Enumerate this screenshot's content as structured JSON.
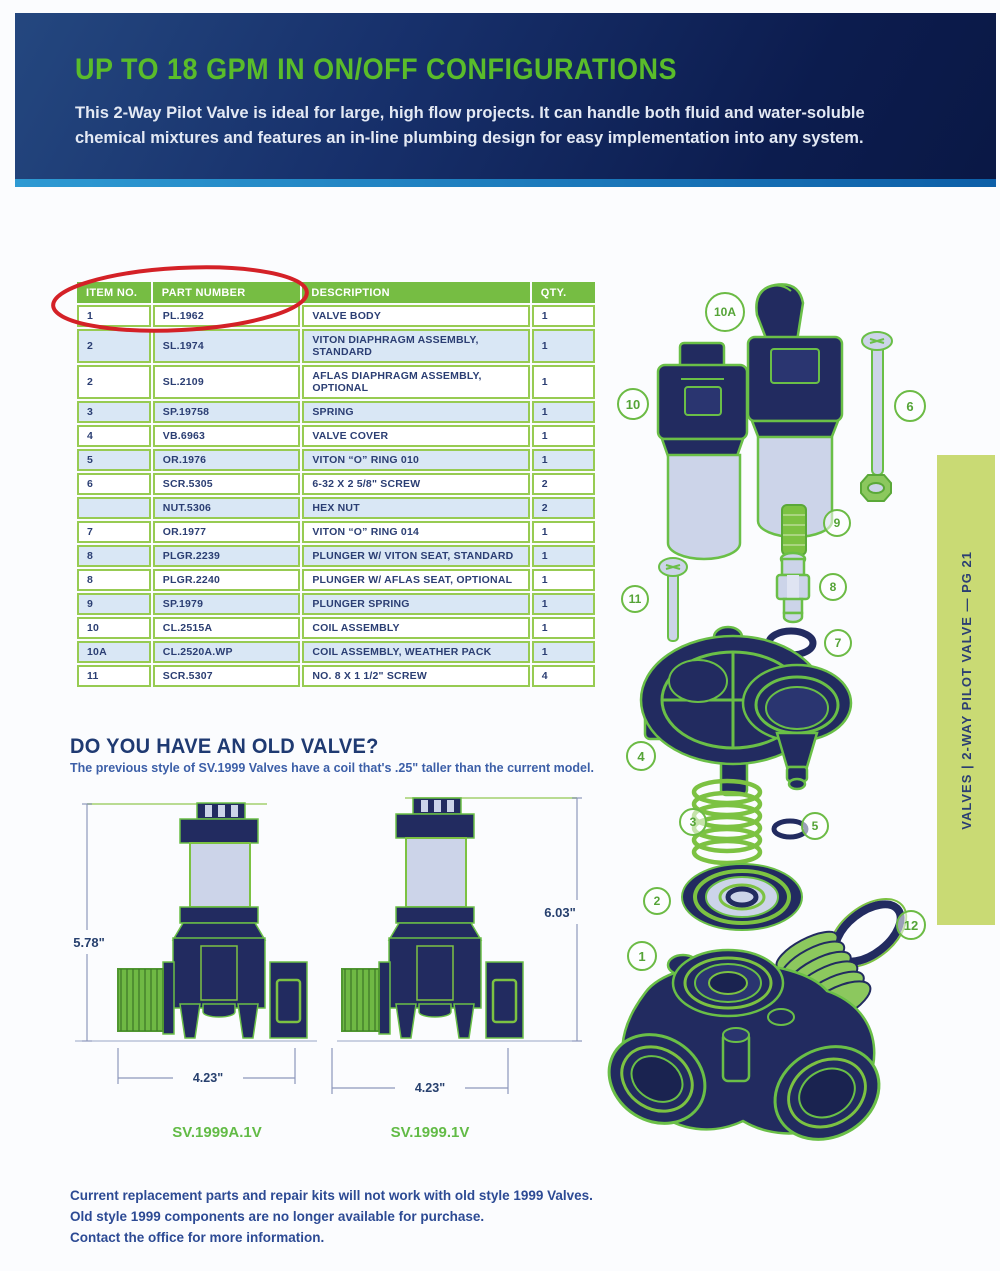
{
  "banner": {
    "title": "UP TO 18 GPM IN ON/OFF CONFIGURATIONS",
    "description": "This 2-Way Pilot Valve is ideal for large, high flow projects. It can handle both fluid and water-soluble chemical mixtures and features an in-line plumbing design for easy implementation into any system."
  },
  "table": {
    "headers": [
      "ITEM NO.",
      "PART NUMBER",
      "DESCRIPTION",
      "QTY."
    ],
    "rows": [
      {
        "item": "1",
        "part": "PL.1962",
        "desc": "VALVE BODY",
        "qty": "1"
      },
      {
        "item": "2",
        "part": "SL.1974",
        "desc": "VITON DIAPHRAGM ASSEMBLY, STANDARD",
        "qty": "1"
      },
      {
        "item": "2",
        "part": "SL.2109",
        "desc": "AFLAS DIAPHRAGM ASSEMBLY, OPTIONAL",
        "qty": "1"
      },
      {
        "item": "3",
        "part": "SP.19758",
        "desc": "SPRING",
        "qty": "1"
      },
      {
        "item": "4",
        "part": "VB.6963",
        "desc": "VALVE COVER",
        "qty": "1"
      },
      {
        "item": "5",
        "part": "OR.1976",
        "desc": "VITON “O” RING 010",
        "qty": "1"
      },
      {
        "item": "6",
        "part": "SCR.5305",
        "desc": "6-32 X 2 5/8\" SCREW",
        "qty": "2"
      },
      {
        "item": "",
        "part": "NUT.5306",
        "desc": "HEX NUT",
        "qty": "2"
      },
      {
        "item": "7",
        "part": "OR.1977",
        "desc": "VITON “O” RING 014",
        "qty": "1"
      },
      {
        "item": "8",
        "part": "PLGR.2239",
        "desc": "PLUNGER W/ VITON SEAT, STANDARD",
        "qty": "1"
      },
      {
        "item": "8",
        "part": "PLGR.2240",
        "desc": "PLUNGER W/ AFLAS SEAT, OPTIONAL",
        "qty": "1"
      },
      {
        "item": "9",
        "part": "SP.1979",
        "desc": "PLUNGER SPRING",
        "qty": "1"
      },
      {
        "item": "10",
        "part": "CL.2515A",
        "desc": "COIL ASSEMBLY",
        "qty": "1"
      },
      {
        "item": "10A",
        "part": "CL.2520A.WP",
        "desc": "COIL ASSEMBLY, WEATHER PACK",
        "qty": "1"
      },
      {
        "item": "11",
        "part": "SCR.5307",
        "desc": "NO. 8 X 1 1/2\" SCREW",
        "qty": "4"
      }
    ]
  },
  "diagram": {
    "callouts": [
      "10A",
      "10",
      "6",
      "9",
      "8",
      "11",
      "7",
      "4",
      "3",
      "5",
      "2",
      "12",
      "1"
    ]
  },
  "side_tab": {
    "label": "VALVES | 2-WAY PILOT VALVE — PG 21"
  },
  "old_valve": {
    "heading": "DO YOU HAVE AN OLD VALVE?",
    "subheading": "The previous style of SV.1999 Valves have a coil that's .25\" taller than the current model.",
    "left": {
      "height": "5.78\"",
      "width": "4.23\"",
      "model": "SV.1999A.1V"
    },
    "right": {
      "height": "6.03\"",
      "width": "4.23\"",
      "model": "SV.1999.1V"
    }
  },
  "footer": {
    "lines": [
      "Current replacement parts and repair kits will not work with old style 1999 Valves.",
      "Old style 1999 components are no longer available for purchase.",
      "Contact the office for more information."
    ]
  },
  "colors": {
    "accent_green": "#76bd43",
    "navy": "#2b3e73",
    "tab_green": "#c9da74",
    "annotation_red": "#d42127",
    "banner_navy": "#0c1c4e",
    "banner_strip_blue": "#1b79bc"
  }
}
